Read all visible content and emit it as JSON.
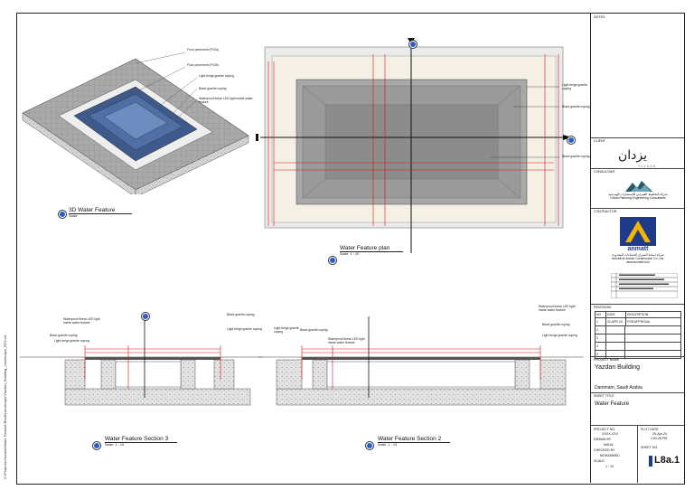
{
  "views": {
    "v3d": {
      "title": "3D Water Feature",
      "scale": "Scale"
    },
    "plan": {
      "title": "Water Feature plan",
      "scale_label": "Scale",
      "scale": "1 : 10"
    },
    "sec3": {
      "title": "Water Feature Section 3",
      "scale_label": "Scale",
      "scale": "1 : 10"
    },
    "sec2": {
      "title": "Water Feature Section 2",
      "scale_label": "Scale",
      "scale": "1 : 10"
    }
  },
  "annotations": {
    "a3d": [
      "Floor pavement (PV2a)",
      "Floor pavement (PV2b)",
      "Light beige granite coping",
      "Black granite coping",
      "Waterproof linear LED light inside water feature"
    ],
    "plan": [
      "Light beige granite coping",
      "Black granite coping",
      "Black granite coping"
    ],
    "sec3": [
      "Black granite coping",
      "Waterproof linear LED light inside water feature",
      "Light beige granite coping",
      "Black granite coping",
      "Light beige granite coping"
    ],
    "sec2": [
      "Waterproof linear LED light inside water feature",
      "Black granite coping",
      "Light beige granite coping",
      "Light beige granite coping",
      "Black granite coping",
      "Waterproof linear LED light inside water feature"
    ]
  },
  "titleblock": {
    "notes_label": "NOTES",
    "client_label": "CLIENT",
    "client_logo_ar": "يزدان",
    "client_logo_en": "YAZDAN",
    "consultant_label": "CONSULTANT",
    "consultant_name_ar": "شركة التخطيط العمراني للاستشارات الهندسية",
    "consultant_name_en": "Urban Planning Engineering Consultants",
    "contractor_label": "CONTRACTOR",
    "contractor_logo": "anmatt",
    "contractor_name_ar": "شركة انماط العمران للانشاءات المحدودة",
    "contractor_name_en": "Anmatt al-Amran Construction Co. Ltd.",
    "contractor_web": "www.anmatt.com",
    "revisions_label": "REVISIONS",
    "rev_headers": [
      "NO",
      "DATE",
      "DESCRIPTION"
    ],
    "rev_rows": [
      [
        "1",
        "22-APR-24",
        "FOR APPROVAL"
      ],
      [
        "2",
        "",
        ""
      ],
      [
        "3",
        "",
        ""
      ],
      [
        "4",
        "",
        ""
      ],
      [
        "5",
        "",
        ""
      ]
    ],
    "project_label": "PROJECT NAME",
    "project_name": "Yazdan Building",
    "location": "Dammam, Saudi Arabia",
    "sheet_title_label": "SHEET TITLE",
    "sheet_title": "Water Feature",
    "project_no_label": "PROJECT NO.",
    "project_no": "XXXX-XXX",
    "drawn_by_label": "DRAWN BY",
    "drawn_by": "MAHA",
    "checked_by_label": "CHECKED BY",
    "checked_by": "MOHAMMED",
    "scale_label": "SCALE",
    "scale": "1 : 10",
    "plot_date_label": "PLOT DATE",
    "plot_date": "29-Apr-24",
    "plot_time": "1:51:28 PM",
    "sheet_no_label": "SHEET NO.",
    "sheet_no": "L8a.1"
  },
  "side_path": "C:\\Projects\\Yazdan\\Water Feature\\Revit\\Landscape\\Yazdan_Building_Landscape_R23.rvt"
}
